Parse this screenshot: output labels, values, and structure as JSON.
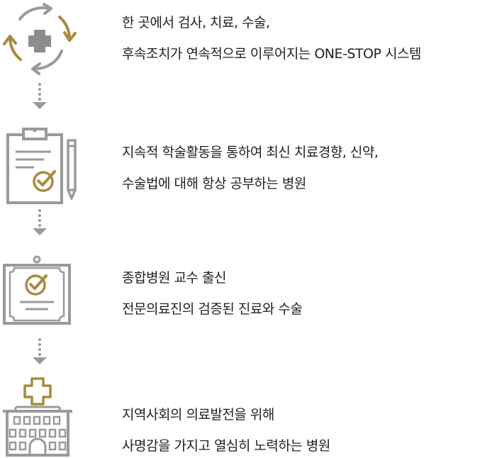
{
  "steps": [
    {
      "icon": "circular-arrows-cross-icon",
      "line1": "한 곳에서 검사, 치료, 수술,",
      "line2": "후속조치가 연속적으로 이루어지는 ONE-STOP 시스템"
    },
    {
      "icon": "clipboard-check-pencil-icon",
      "line1": "지속적 학술활동을 통하여 최신 치료경향, 신약,",
      "line2": "수술법에 대해 항상 공부하는 병원"
    },
    {
      "icon": "certificate-frame-check-icon",
      "line1": "종합병원 교수 출신",
      "line2": "전문의료진의 검증된 진료와 수술"
    },
    {
      "icon": "hospital-building-icon",
      "line1": "지역사회의 의료발전을 위해",
      "line2": "사명감을 가지고 열심히 노력하는 병원"
    }
  ],
  "colors": {
    "gold": "#A88A3C",
    "gray": "#8C8C8C",
    "text": "#222222"
  }
}
